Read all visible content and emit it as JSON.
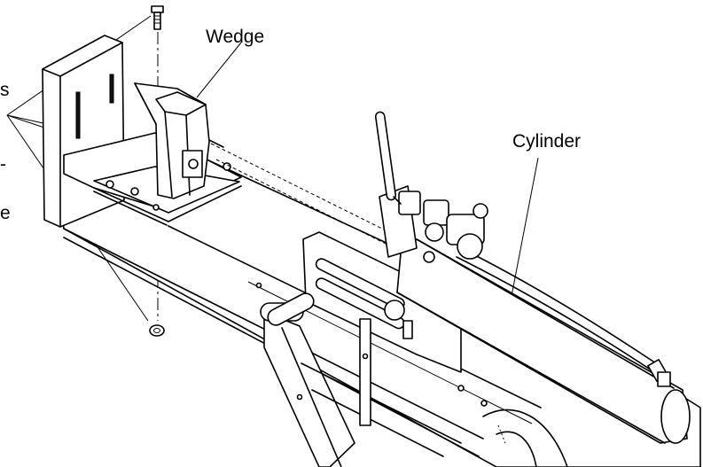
{
  "labels": {
    "wedge": "Wedge",
    "cylinder": "Cylinder",
    "cut_left_1": "s",
    "cut_left_2": "-",
    "cut_left_3": "e"
  }
}
